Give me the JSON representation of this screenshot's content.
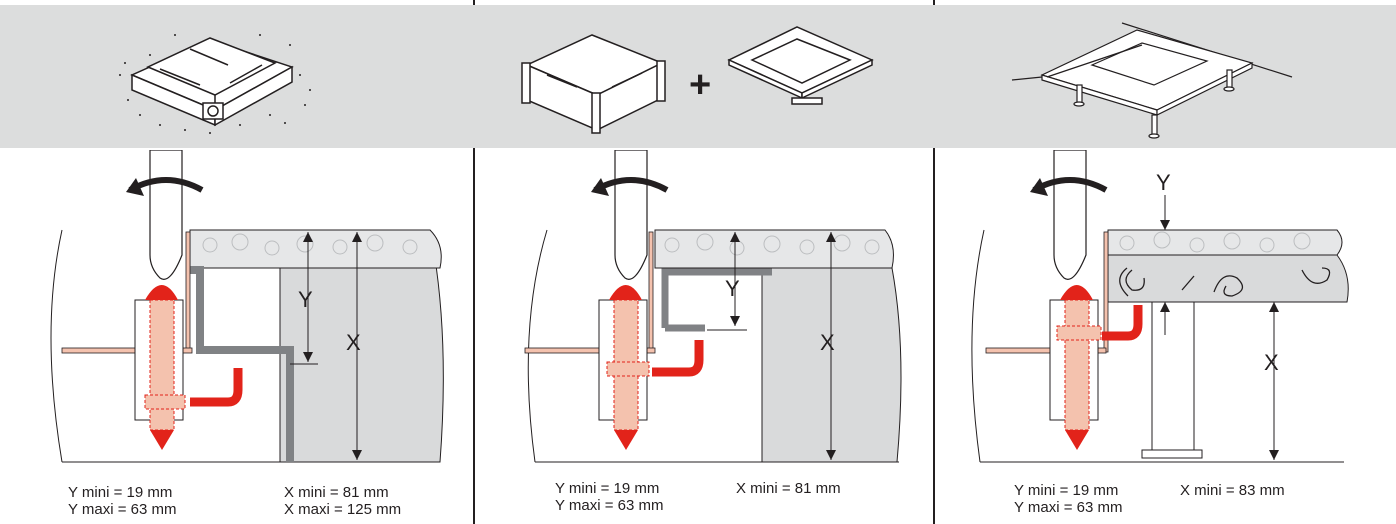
{
  "panels": [
    {
      "spec_left": [
        "Y mini = 19 mm",
        "Y maxi = 63 mm"
      ],
      "spec_right": [
        "X mini = 81 mm",
        "X maxi = 125 mm"
      ],
      "dim_labels": {
        "y": "Y",
        "x": "X"
      }
    },
    {
      "header_plus": "+",
      "spec_left": [
        "Y mini = 19 mm",
        "Y maxi = 63 mm"
      ],
      "spec_right": [
        "X mini = 81 mm"
      ],
      "dim_labels": {
        "y": "Y",
        "x": "X"
      }
    },
    {
      "spec_left": [
        "Y mini = 19 mm",
        "Y maxi = 63 mm"
      ],
      "spec_right": [
        "X mini = 83 mm"
      ],
      "dim_labels": {
        "y": "Y",
        "x": "X"
      }
    }
  ],
  "colors": {
    "header_bg": "#dcdddd",
    "concrete": "#d9dadb",
    "screed": "#e6e7e8",
    "steel": "#808285",
    "red": "#e2231a",
    "copper": "#f4c2ae",
    "line": "#231f20"
  }
}
